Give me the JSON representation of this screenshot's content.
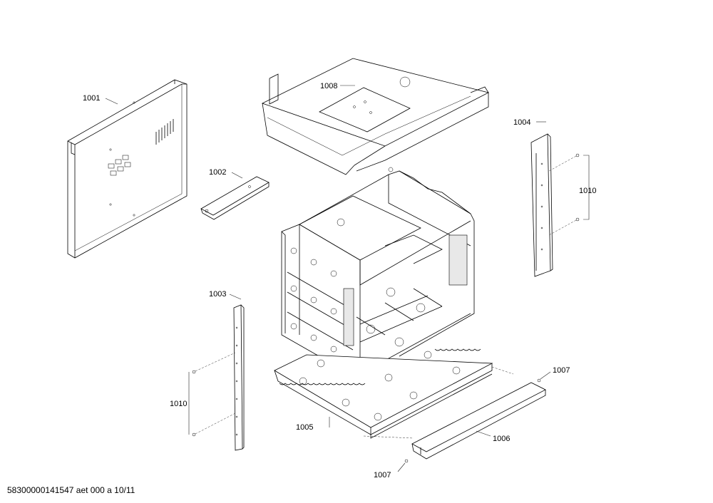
{
  "callouts": {
    "p1001": "1001",
    "p1002": "1002",
    "p1003": "1003",
    "p1004": "1004",
    "p1005": "1005",
    "p1006": "1006",
    "p1007_top": "1007",
    "p1007_bottom": "1007",
    "p1008": "1008",
    "p1010_right": "1010",
    "p1010_left": "1010"
  },
  "footer": {
    "doc_id": "58300000141547 aet 000 a 10/11"
  }
}
